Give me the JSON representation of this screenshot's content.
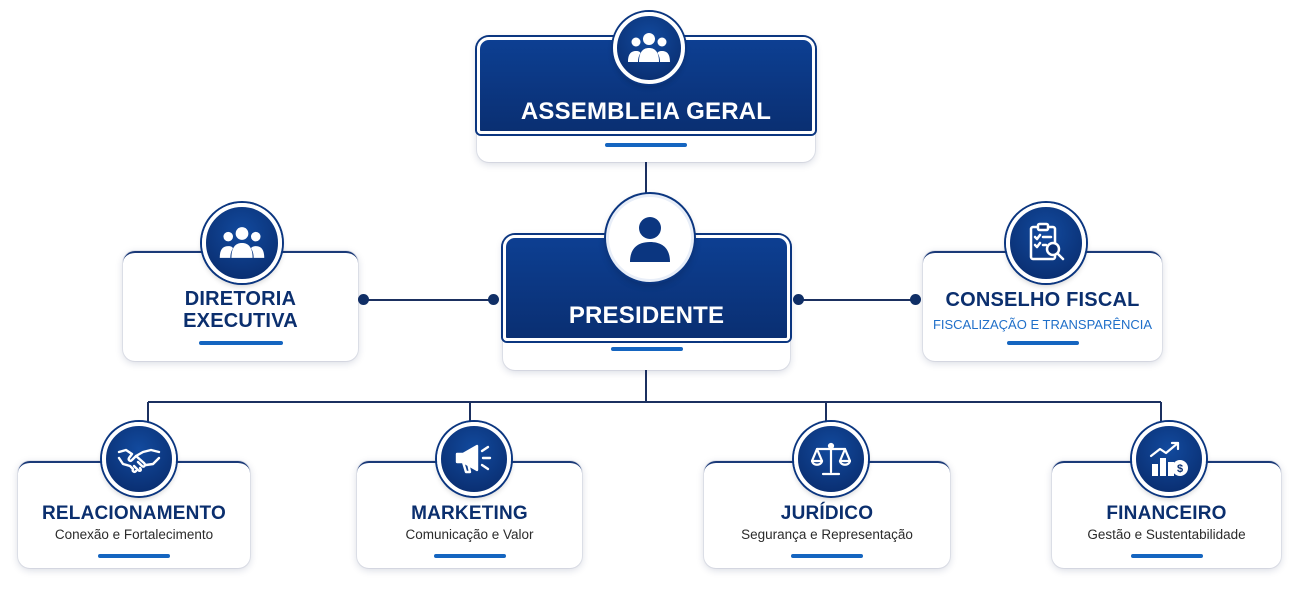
{
  "colors": {
    "navy": "#0a2f72",
    "line": "#1b3060",
    "accent": "#1565c0",
    "subtitle_blue": "#1f6fc9"
  },
  "assembly": {
    "title": "ASSEMBLEIA GERAL",
    "icon": "group-icon"
  },
  "president": {
    "title": "PRESIDENTE",
    "icon": "person-icon"
  },
  "board": {
    "title_line1": "DIRETORIA",
    "title_line2": "EXECUTIVA",
    "icon": "group-icon"
  },
  "council": {
    "title": "CONSELHO FISCAL",
    "subtitle": "FISCALIZAÇÃO E TRANSPARÊNCIA",
    "icon": "clipboard-search-icon"
  },
  "departments": [
    {
      "title": "RELACIONAMENTO",
      "subtitle": "Conexão e Fortalecimento",
      "icon": "handshake-icon"
    },
    {
      "title": "MARKETING",
      "subtitle": "Comunicação e Valor",
      "icon": "megaphone-icon"
    },
    {
      "title": "JURÍDICO",
      "subtitle": "Segurança e Representação",
      "icon": "scales-icon"
    },
    {
      "title": "FINANCEIRO",
      "subtitle": "Gestão e Sustentabilidade",
      "icon": "finance-growth-icon"
    }
  ]
}
